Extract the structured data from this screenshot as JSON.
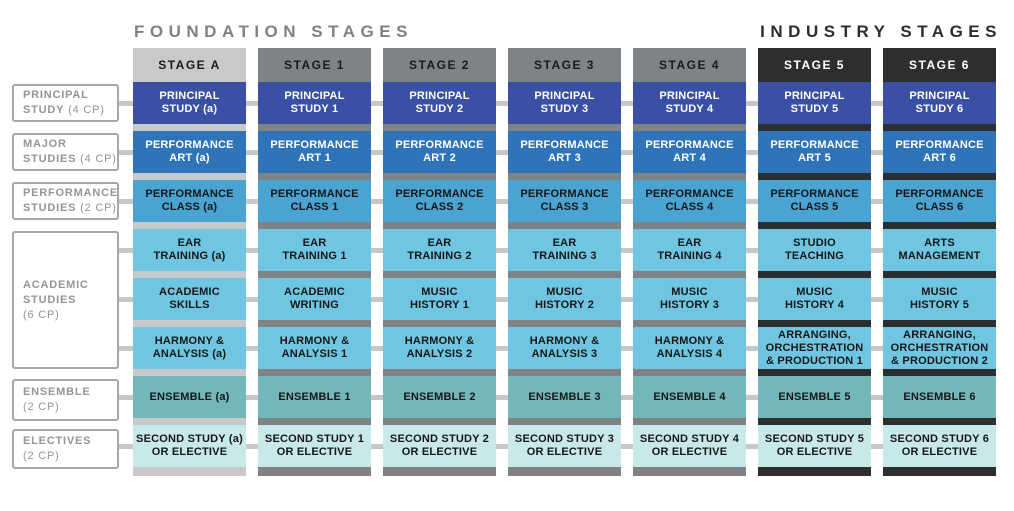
{
  "titles": {
    "foundation": "FOUNDATION STAGES",
    "industry": "INDUSTRY STAGES"
  },
  "row_labels": [
    {
      "bold": "PRINCIPAL\nSTUDY",
      "light": " (4 CP)"
    },
    {
      "bold": "MAJOR\nSTUDIES",
      "light": " (4 CP)"
    },
    {
      "bold": "PERFORMANCE\nSTUDIES",
      "light": " (2 CP)"
    },
    {
      "bold": "ACADEMIC\nSTUDIES",
      "light": "\n(6 CP)"
    },
    {
      "bold": "ENSEMBLE",
      "light": "\n(2 CP)"
    },
    {
      "bold": "ELECTIVES",
      "light": "\n(2 CP)"
    }
  ],
  "columns": [
    {
      "header": "STAGE A",
      "theme": "light",
      "cells": [
        "PRINCIPAL\nSTUDY (a)",
        "PERFORMANCE\nART (a)",
        "PERFORMANCE\nCLASS (a)",
        "EAR\nTRAINING (a)",
        "ACADEMIC\nSKILLS",
        "HARMONY &\nANALYSIS (a)",
        "ENSEMBLE (a)",
        "SECOND STUDY (a)\nOR ELECTIVE"
      ]
    },
    {
      "header": "STAGE 1",
      "theme": "mid",
      "cells": [
        "PRINCIPAL\nSTUDY 1",
        "PERFORMANCE\nART 1",
        "PERFORMANCE\nCLASS 1",
        "EAR\nTRAINING 1",
        "ACADEMIC\nWRITING",
        "HARMONY &\nANALYSIS 1",
        "ENSEMBLE 1",
        "SECOND STUDY 1\nOR ELECTIVE"
      ]
    },
    {
      "header": "STAGE 2",
      "theme": "mid",
      "cells": [
        "PRINCIPAL\nSTUDY 2",
        "PERFORMANCE\nART 2",
        "PERFORMANCE\nCLASS 2",
        "EAR\nTRAINING 2",
        "MUSIC\nHISTORY 1",
        "HARMONY &\nANALYSIS 2",
        "ENSEMBLE 2",
        "SECOND STUDY 2\nOR ELECTIVE"
      ]
    },
    {
      "header": "STAGE 3",
      "theme": "mid",
      "cells": [
        "PRINCIPAL\nSTUDY 3",
        "PERFORMANCE\nART 3",
        "PERFORMANCE\nCLASS 3",
        "EAR\nTRAINING 3",
        "MUSIC\nHISTORY 2",
        "HARMONY &\nANALYSIS 3",
        "ENSEMBLE 3",
        "SECOND STUDY 3\nOR ELECTIVE"
      ]
    },
    {
      "header": "STAGE 4",
      "theme": "mid",
      "cells": [
        "PRINCIPAL\nSTUDY 4",
        "PERFORMANCE\nART 4",
        "PERFORMANCE\nCLASS 4",
        "EAR\nTRAINING 4",
        "MUSIC\nHISTORY 3",
        "HARMONY &\nANALYSIS 4",
        "ENSEMBLE 4",
        "SECOND STUDY 4\nOR ELECTIVE"
      ]
    },
    {
      "header": "STAGE 5",
      "theme": "dark",
      "cells": [
        "PRINCIPAL\nSTUDY 5",
        "PERFORMANCE\nART 5",
        "PERFORMANCE\nCLASS 5",
        "STUDIO\nTEACHING",
        "MUSIC\nHISTORY 4",
        "ARRANGING,\nORCHESTRATION\n& PRODUCTION 1",
        "ENSEMBLE 5",
        "SECOND STUDY 5\nOR ELECTIVE"
      ]
    },
    {
      "header": "STAGE 6",
      "theme": "dark",
      "cells": [
        "PRINCIPAL\nSTUDY 6",
        "PERFORMANCE\nART 6",
        "PERFORMANCE\nCLASS 6",
        "ARTS\nMANAGEMENT",
        "MUSIC\nHISTORY 5",
        "ARRANGING,\nORCHESTRATION\n& PRODUCTION 2",
        "ENSEMBLE 6",
        "SECOND STUDY 6\nOR ELECTIVE"
      ]
    }
  ],
  "colors": {
    "strip_light": "#c7c9cb",
    "strip_mid": "#808386",
    "strip_dark": "#2c2e30",
    "row_principal": "#3a50a4",
    "row_performance_art": "#2f73b9",
    "row_performance_class": "#4aa3d0",
    "row_academic": "#70c6e0",
    "row_ensemble": "#74b7ba",
    "row_elective": "#c9e8e9",
    "connector": "#c6c7c9",
    "label_border": "#a5a7aa",
    "label_text": "#939598",
    "title_foundation": "#7f8285",
    "title_industry": "#2b2d2f",
    "cell_text_dark": "#14171a"
  }
}
